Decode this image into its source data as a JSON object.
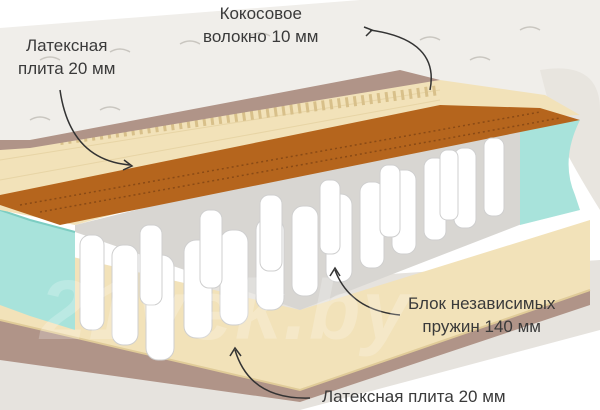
{
  "labels": {
    "coconut": {
      "line1": "Кокосовое",
      "line2": "волокно 10 мм"
    },
    "latex_top": {
      "line1": "Латексная",
      "line2": "плита 20 мм"
    },
    "springs": {
      "line1": "Блок независимых",
      "line2": "пружин 140 мм"
    },
    "latex_bottom": {
      "text": "Латексная плита  20 мм"
    }
  },
  "watermark": "21vek.by",
  "colors": {
    "cover": "#f0eeea",
    "cover_shadow": "#d9d6d0",
    "latex": "#f2e2b9",
    "latex_dark": "#e0cb98",
    "coconut": "#b5651d",
    "coconut_dark": "#8a4a15",
    "foam": "#a8e3db",
    "foam_dark": "#7ccdc2",
    "base": "#b09488",
    "spring": "#ffffff",
    "spring_shadow": "#cfcfcf",
    "text": "#3a3a3a",
    "arrow": "#333333"
  }
}
